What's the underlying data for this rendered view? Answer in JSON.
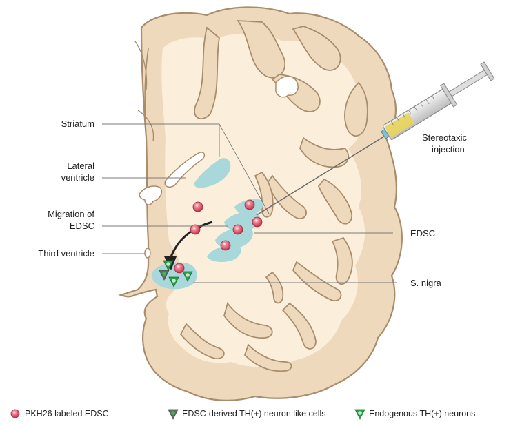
{
  "labels": {
    "striatum": "Striatum",
    "lateral_ventricle_line1": "Lateral",
    "lateral_ventricle_line2": "ventricle",
    "migration_line1": "Migration of",
    "migration_line2": "EDSC",
    "third_ventricle": "Third ventricle",
    "stereotaxic_line1": "Stereotaxic",
    "stereotaxic_line2": "injection",
    "edsc": "EDSC",
    "s_nigra": "S. nigra"
  },
  "legend": {
    "items": [
      {
        "label": "PKH26 labeled EDSC",
        "icon": "red-cell-icon",
        "color": "#d9415a"
      },
      {
        "label": "EDSC-derived TH(+) neuron like cells",
        "icon": "gray-green-neuron-icon",
        "color": "#5f6e62"
      },
      {
        "label": "Endogenous TH(+) neurons",
        "icon": "green-neuron-icon",
        "color": "#2e9a4e"
      }
    ]
  },
  "colors": {
    "white_matter": "#fbefdc",
    "gray_matter": "#eed9bc",
    "outline": "#a88d6c",
    "ventricle_blue": "#a9d8da",
    "cell_red": "#d9415a",
    "cell_green": "#2e9a4e",
    "syringe_barrel": "#e6e6e6",
    "syringe_liquid": "#e8d45a"
  }
}
